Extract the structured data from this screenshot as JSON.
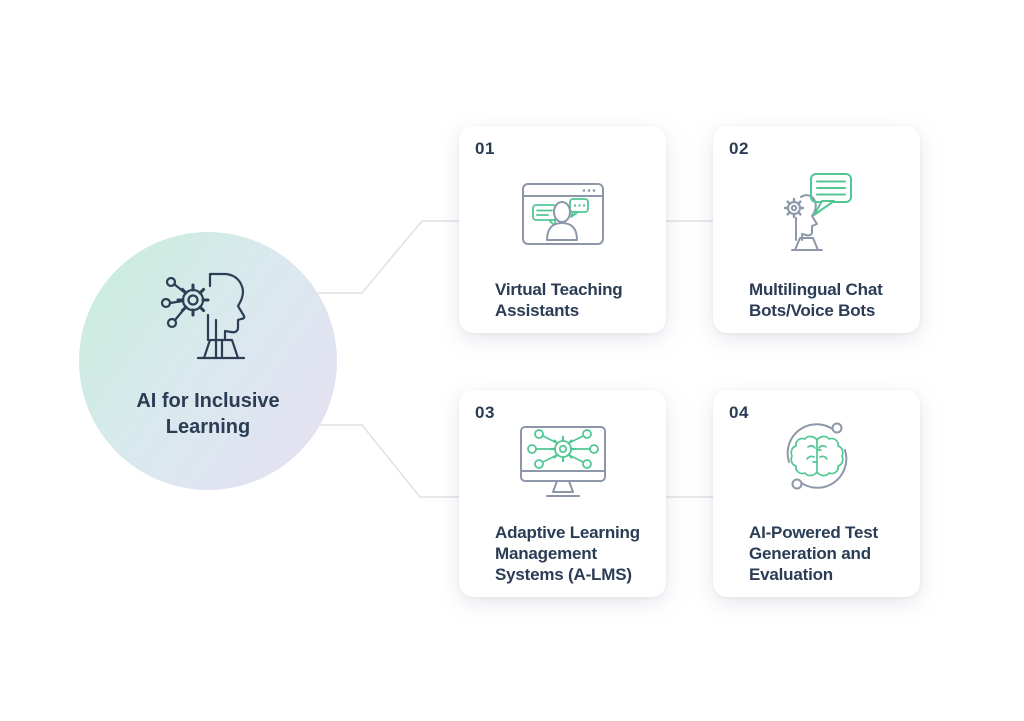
{
  "center": {
    "title": "AI for Inclusive Learning",
    "icon": "ai-head-profile-icon"
  },
  "cards": [
    {
      "number": "01",
      "title": "Virtual Teaching Assistants",
      "icon": "browser-person-chat-icon"
    },
    {
      "number": "02",
      "title": "Multilingual Chat Bots/Voice Bots",
      "icon": "head-speech-bubble-icon"
    },
    {
      "number": "03",
      "title": "Adaptive Learning Management Systems (A-LMS)",
      "icon": "monitor-gear-network-icon"
    },
    {
      "number": "04",
      "title": "AI-Powered Test Generation and Evaluation",
      "icon": "brain-sync-icon"
    }
  ],
  "colors": {
    "accent_green": "#52c795",
    "icon_gray": "#8d97a9",
    "text_navy": "#2b3c55",
    "connector_gray": "#dde1e6",
    "hub_gradient_start": "#c7edd9",
    "hub_gradient_mid": "#d9e9ee",
    "hub_gradient_end": "#e7dff2",
    "card_bg": "#ffffff",
    "page_bg": "#ffffff"
  }
}
